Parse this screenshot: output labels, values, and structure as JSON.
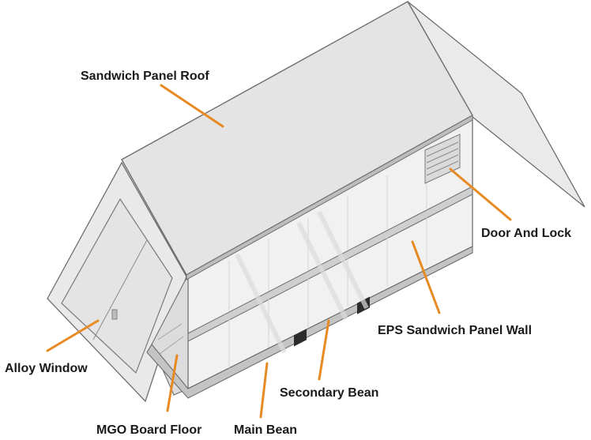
{
  "colors": {
    "leader": "#e88a23",
    "outline": "#6e6e6e",
    "panel": "#e6e6e6",
    "panel_light": "#efefef",
    "panel_dark": "#c9c9c9",
    "text": "#1a1a1a"
  },
  "callouts": {
    "roof": "Sandwich Panel Roof",
    "door_lock": "Door And Lock",
    "eps_wall": "EPS Sandwich Panel Wall",
    "window": "Alloy Window",
    "secondary_bean": "Secondary Bean",
    "floor": "MGO Board Floor",
    "main_bean": "Main Bean"
  }
}
